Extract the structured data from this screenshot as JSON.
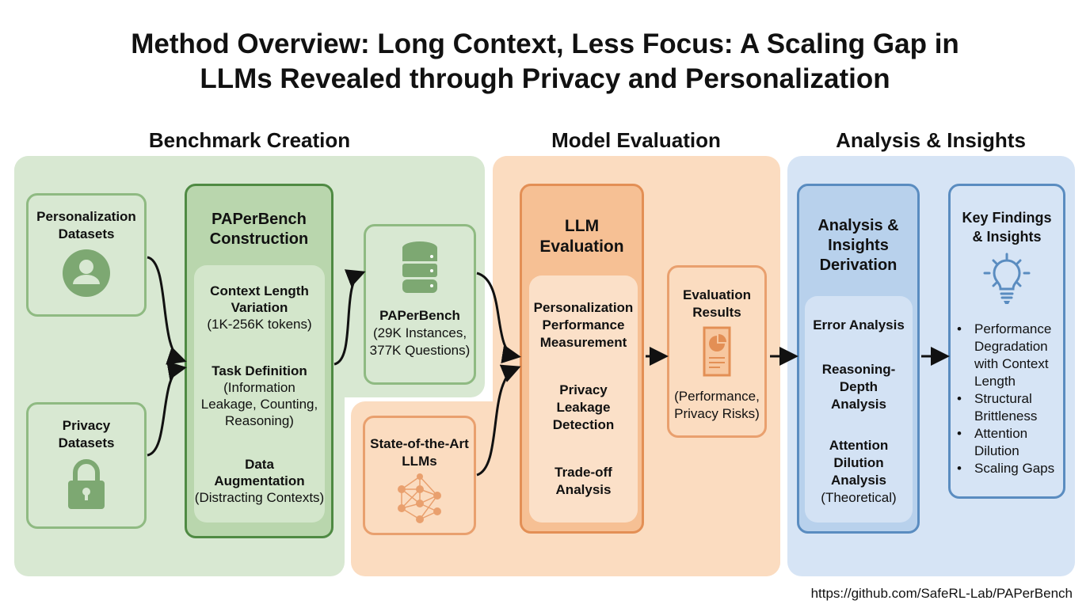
{
  "title": {
    "line1": "Method Overview: Long Context, Less Focus: A Scaling Gap in",
    "line2": "LLMs Revealed through Privacy and Personalization"
  },
  "sections": {
    "benchmark": "Benchmark Creation",
    "evaluation": "Model Evaluation",
    "analysis": "Analysis & Insights"
  },
  "nodes": {
    "personalization": {
      "l1": "Personalization",
      "l2": "Datasets",
      "icon": "user-icon"
    },
    "privacy": {
      "l1": "Privacy",
      "l2": "Datasets",
      "icon": "lock-icon"
    },
    "construction": {
      "title1": "PAPerBench",
      "title2": "Construction",
      "items": [
        {
          "b1": "Context Length",
          "b2": "Variation",
          "n1": "(1K-256K tokens)"
        },
        {
          "b1": "Task Definition",
          "n1": "(Information",
          "n2": "Leakage, Counting,",
          "n3": "Reasoning)"
        },
        {
          "b1": "Data",
          "b2": "Augmentation",
          "n1": "(Distracting Contexts)"
        }
      ]
    },
    "paperbench": {
      "title": "PAPerBench",
      "l1": "(29K Instances,",
      "l2": "377K Questions)",
      "icon": "database-icon"
    },
    "sota": {
      "l1": "State-of-the-Art",
      "l2": "LLMs",
      "icon": "neural-network-icon"
    },
    "llm_eval": {
      "title1": "LLM",
      "title2": "Evaluation",
      "items": [
        [
          "Personalization",
          "Performance",
          "Measurement"
        ],
        [
          "Privacy",
          "Leakage",
          "Detection"
        ],
        [
          "Trade-off",
          "Analysis"
        ]
      ]
    },
    "results": {
      "t1": "Evaluation",
      "t2": "Results",
      "l1": "(Performance,",
      "l2": "Privacy Risks)",
      "icon": "report-icon"
    },
    "derivation": {
      "t1": "Analysis &",
      "t2": "Insights",
      "t3": "Derivation",
      "items": [
        [
          "Error Analysis"
        ],
        [
          "Reasoning-",
          "Depth",
          "Analysis"
        ],
        [
          "Attention",
          "Dilution",
          "Analysis"
        ]
      ],
      "note": "(Theoretical)"
    },
    "findings": {
      "t1": "Key Findings",
      "t2": "& Insights",
      "icon": "lightbulb-icon",
      "bullets": [
        [
          "Performance",
          "Degradation",
          "with Context",
          "Length"
        ],
        [
          "Structural",
          "Brittleness"
        ],
        [
          "Attention",
          "Dilution"
        ],
        [
          "Scaling Gaps"
        ]
      ]
    }
  },
  "url": "https://github.com/SafeRL-Lab/PAPerBench",
  "colors": {
    "green": "#d8e8d2",
    "orange": "#fbdcc0",
    "blue": "#d6e4f5"
  }
}
